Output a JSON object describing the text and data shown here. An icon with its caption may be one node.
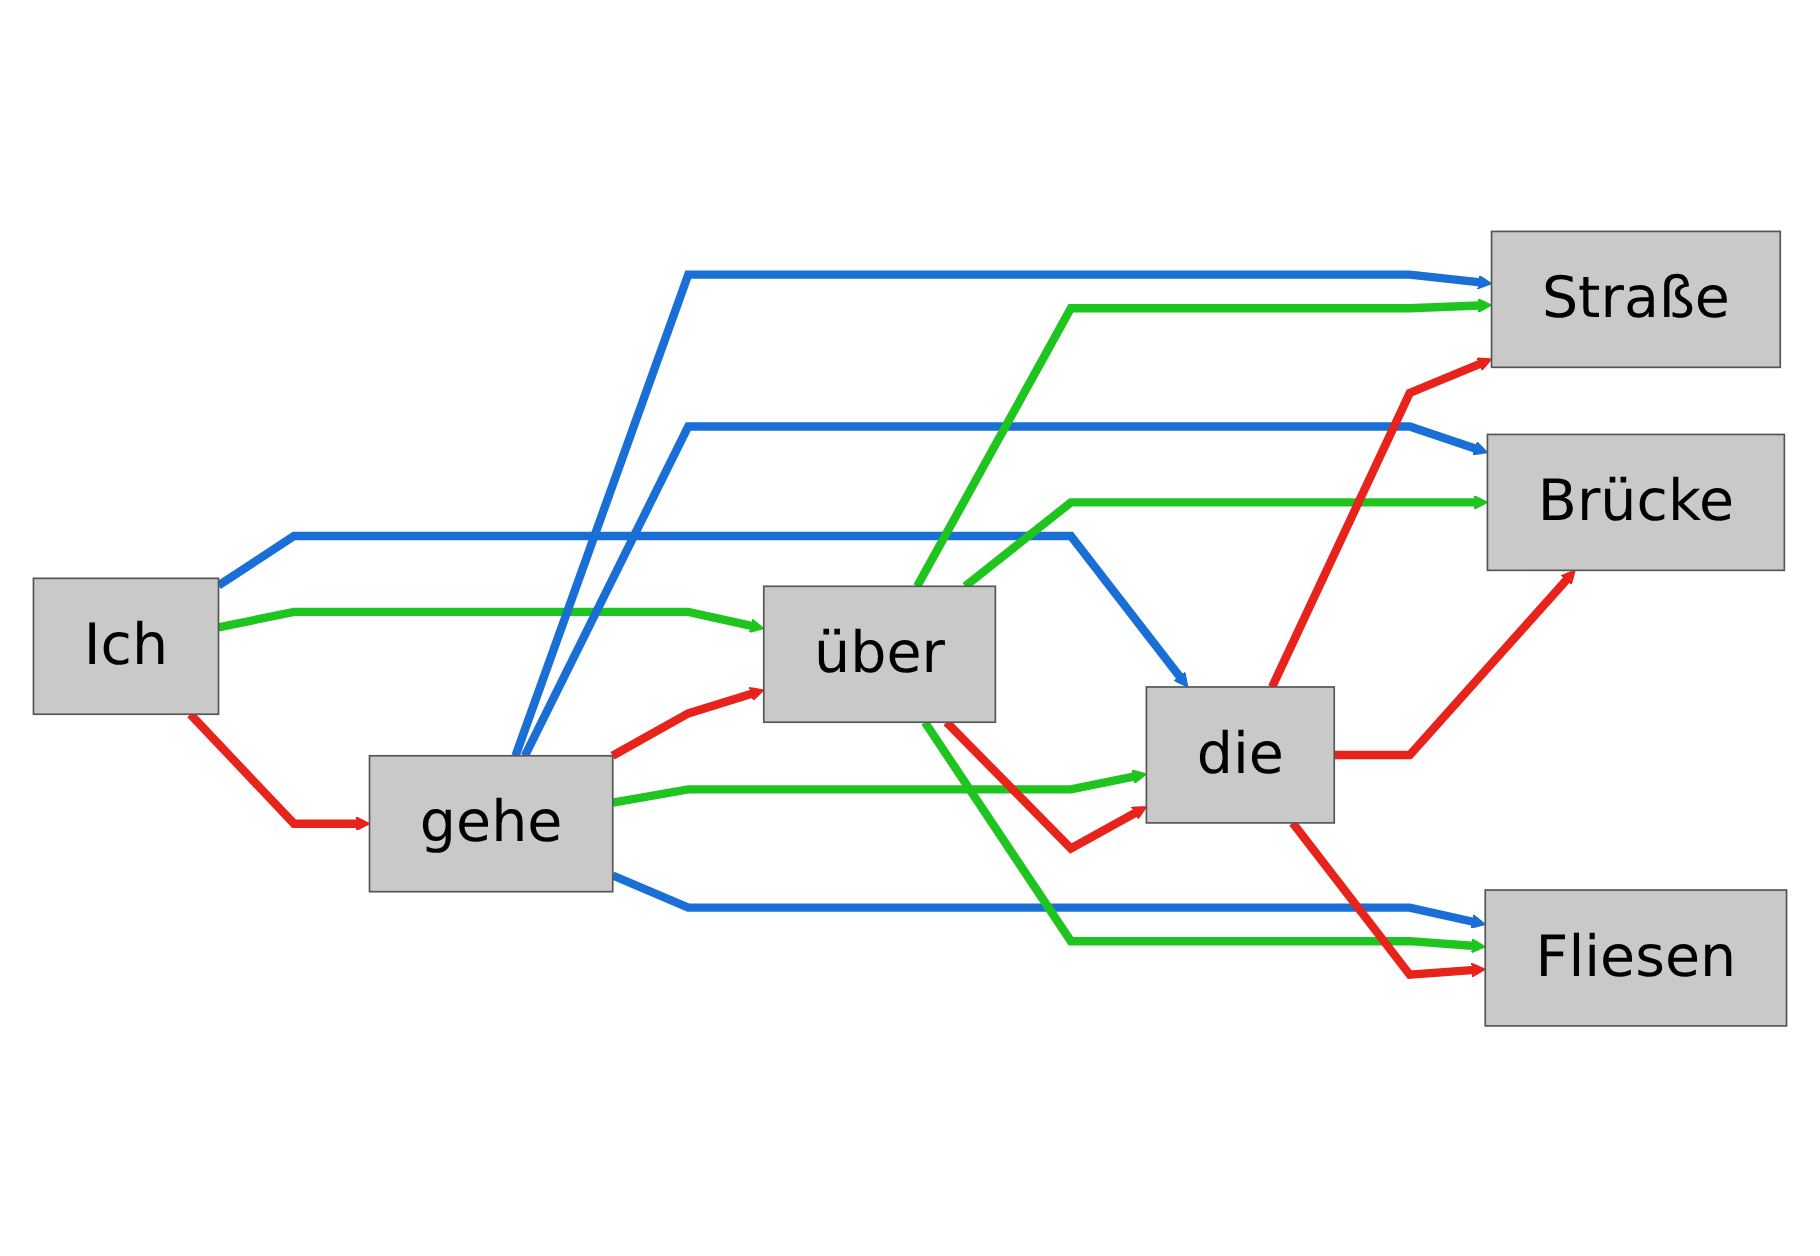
{
  "diagram": {
    "nodes": [
      {
        "text": [
          "Ich"
        ]
      },
      {
        "text": [
          "gehe"
        ]
      },
      {
        "text": [
          "über"
        ]
      },
      {
        "text": [
          "die"
        ]
      },
      {
        "text": [
          "Straße"
        ]
      },
      {
        "text": [
          "Brücke"
        ]
      },
      {
        "text": [
          "Fliesen"
        ]
      }
    ],
    "edges": [
      {
        "from": 0,
        "to": 1,
        "arrow": "to",
        "color": "#e8231b"
      },
      {
        "from": 0,
        "to": 3,
        "arrow": "to",
        "color": "#1a6fd6"
      },
      {
        "from": 0,
        "to": 2,
        "arrow": "to",
        "color": "#1ec51e"
      },
      {
        "from": 1,
        "to": 4,
        "arrow": "to",
        "color": "#1a6fd6"
      },
      {
        "from": 1,
        "to": 3,
        "arrow": "to",
        "color": "#1ec51e"
      },
      {
        "from": 1,
        "to": 5,
        "arrow": "to",
        "color": "#1a6fd6"
      },
      {
        "from": 1,
        "to": 6,
        "arrow": "to",
        "color": "#1a6fd6"
      },
      {
        "from": 1,
        "to": 2,
        "arrow": "to",
        "color": "#e8231b"
      },
      {
        "from": 2,
        "to": 3,
        "arrow": "to",
        "color": "#e8231b"
      },
      {
        "from": 2,
        "to": 4,
        "arrow": "to",
        "color": "#1ec51e"
      },
      {
        "from": 2,
        "to": 5,
        "arrow": "to",
        "color": "#1ec51e"
      },
      {
        "from": 2,
        "to": 6,
        "arrow": "to",
        "color": "#1ec51e"
      },
      {
        "from": 3,
        "to": 4,
        "arrow": "to",
        "color": "#e8231b"
      },
      {
        "from": 3,
        "to": 5,
        "arrow": "to",
        "color": "#e8231b"
      },
      {
        "from": 3,
        "to": 6,
        "arrow": "to",
        "color": "#e8231b"
      }
    ]
  }
}
